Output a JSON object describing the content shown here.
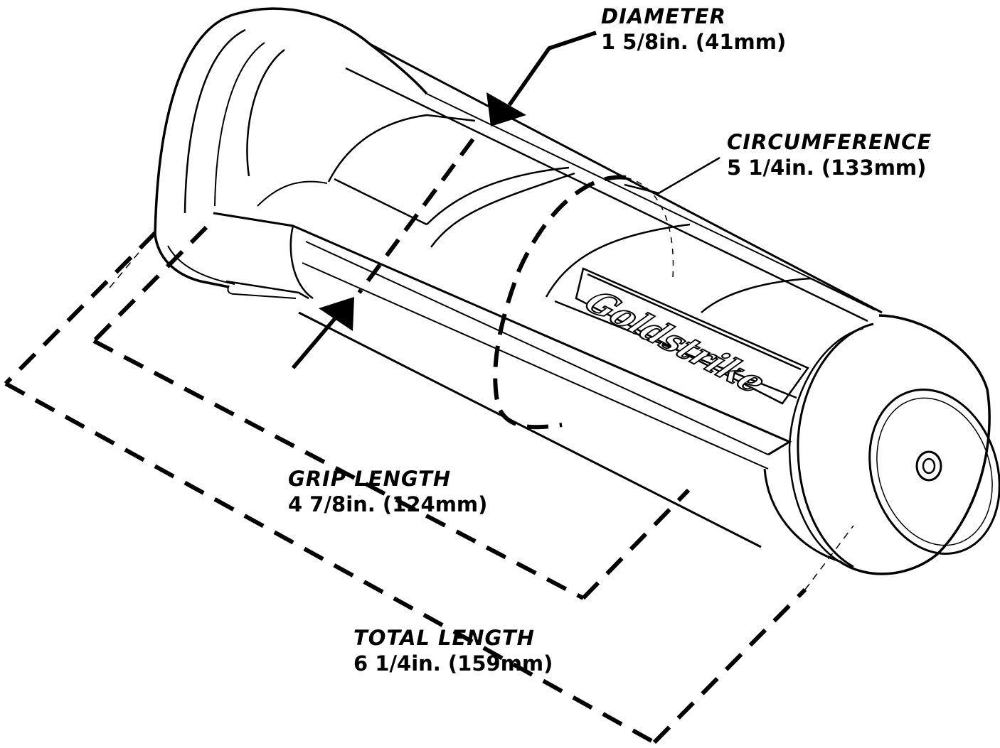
{
  "labels": {
    "diameter": {
      "title": "DIAMETER",
      "value": "1 5/8in. (41mm)"
    },
    "circumference": {
      "title": "CIRCUMFERENCE",
      "value": "5 1/4in. (133mm)"
    },
    "grip_length": {
      "title": "GRIP LENGTH",
      "value": "4 7/8in. (124mm)"
    },
    "total_length": {
      "title": "TOTAL LENGTH",
      "value": "6 1/4in. (159mm)"
    }
  },
  "brand": {
    "logo_text": "Goldstrike"
  },
  "colors": {
    "ink": "#000000",
    "background": "#ffffff"
  }
}
